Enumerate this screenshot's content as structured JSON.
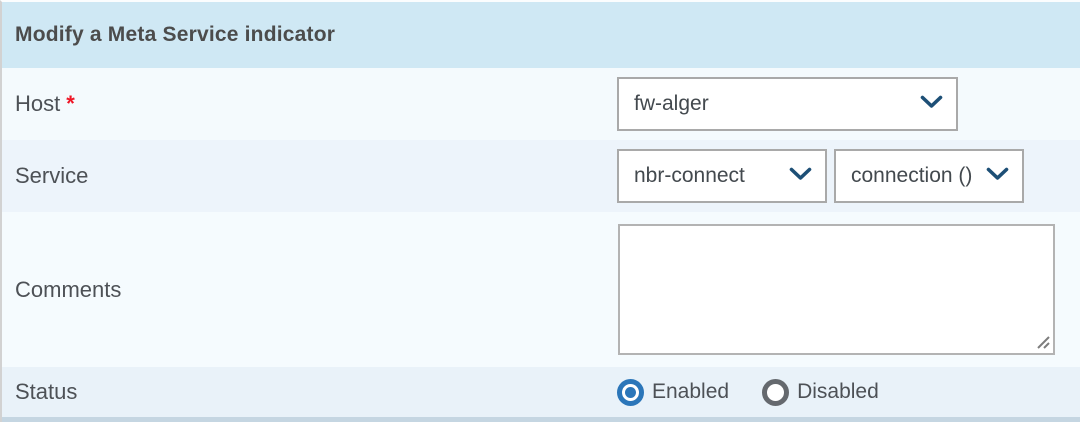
{
  "header": {
    "title": "Modify a Meta Service indicator"
  },
  "form": {
    "host": {
      "label": "Host",
      "required_marker": "*",
      "selected_value": "fw-alger"
    },
    "service": {
      "label": "Service",
      "selected_service": "nbr-connect",
      "selected_metric": "connection ()"
    },
    "comments": {
      "label": "Comments",
      "value": ""
    },
    "status": {
      "label": "Status",
      "options": [
        {
          "label": "Enabled",
          "selected": true
        },
        {
          "label": "Disabled",
          "selected": false
        }
      ]
    }
  },
  "icons": {
    "dropdown": "chevron-down",
    "textarea_corner": "resize-handle"
  },
  "colors": {
    "header_bg": "#cfe8f4",
    "accent_blue": "#2b76b9",
    "chevron_navy": "#1d4f76",
    "required_red": "#ef1525",
    "bottom_strip": "#c5d6e2"
  }
}
